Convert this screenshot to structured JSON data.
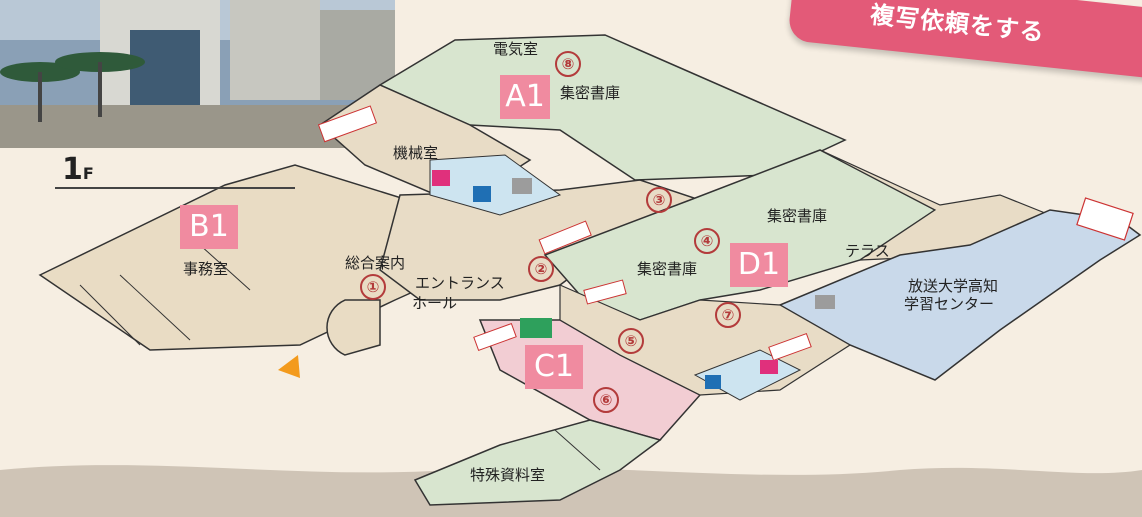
{
  "banner": {
    "text": "複写依頼をする"
  },
  "floor": {
    "number": "1",
    "suffix": "F"
  },
  "zones": {
    "a1": "A1",
    "b1": "B1",
    "c1": "C1",
    "d1": "D1"
  },
  "rooms": {
    "denkishitsu": "電気室",
    "shumitsu_a": "集密書庫",
    "kikaishitsu": "機械室",
    "jimushitsu": "事務室",
    "sogo_annai": "総合案内",
    "entrance_1": "エントランス",
    "entrance_2": "ホール",
    "shumitsu_d1": "集密書庫",
    "shumitsu_d2": "集密書庫",
    "terrace": "テラス",
    "hoso_1": "放送大学高知",
    "hoso_2": "学習センター",
    "tokushu": "特殊資料室"
  },
  "markers": [
    "①",
    "②",
    "③",
    "④",
    "⑤",
    "⑥",
    "⑦",
    "⑧"
  ],
  "colors": {
    "corridor": "#e8dcc6",
    "archive": "#d8e5cf",
    "office": "#e9dcc4",
    "special": "#f2cdd3",
    "center": "#c9d9ea",
    "zone_badge": "#f08ba0",
    "marker": "#b33b3b",
    "background": "#f6eee2"
  },
  "icons": [
    "restroom-female-icon",
    "restroom-male-icon",
    "accessible-toilet-icon",
    "elevator-icon",
    "stairs-icon",
    "you-are-here-icon"
  ]
}
